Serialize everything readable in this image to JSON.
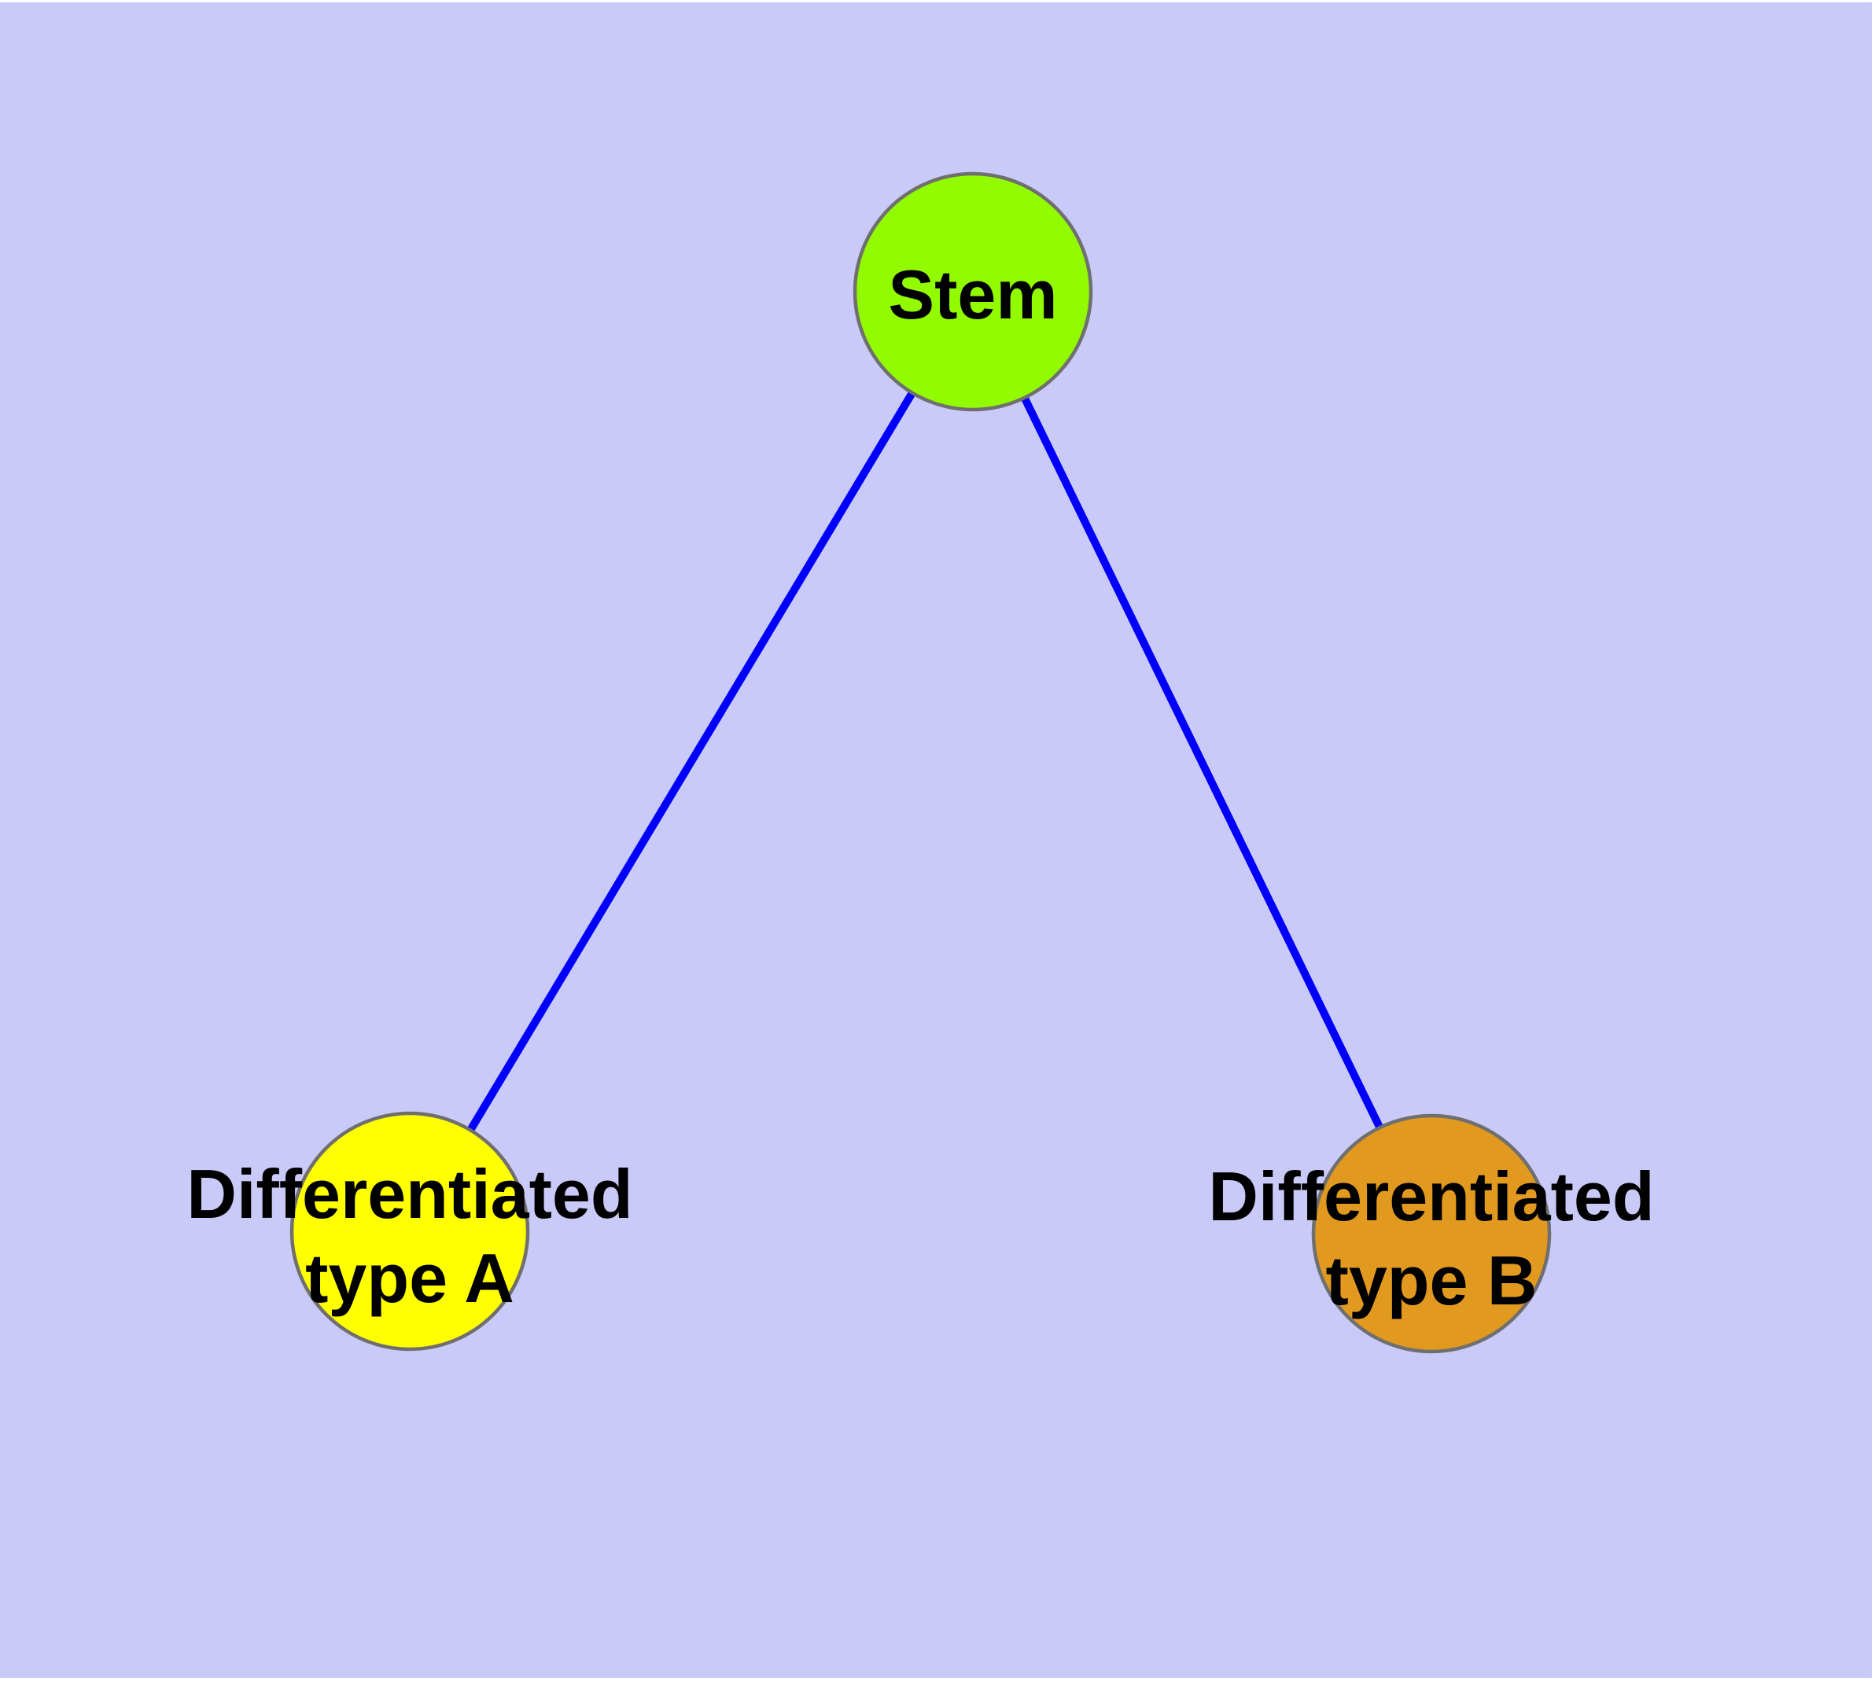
{
  "figure": {
    "type": "graph-diagram",
    "description": "Stem cell differentiation graph: one stem node linked to two differentiated cell-type nodes",
    "background_color": "#CACAF9",
    "page_margin_color": "#FFFFFF",
    "edge_color": "#0000FA",
    "node_border_color": "#6F6F6F",
    "text_color": "#000000",
    "nodes": {
      "stem": {
        "label": "Stem",
        "fill": "#93FB00"
      },
      "type_a": {
        "label_line1": "Differentiated",
        "label_line2": "type A",
        "fill": "#FFFF00"
      },
      "type_b": {
        "label_line1": "Differentiated",
        "label_line2": "type B",
        "fill": "#E2991F"
      }
    },
    "edges": [
      {
        "from": "Stem",
        "to": "Differentiated type A"
      },
      {
        "from": "Stem",
        "to": "Differentiated type B"
      }
    ]
  }
}
